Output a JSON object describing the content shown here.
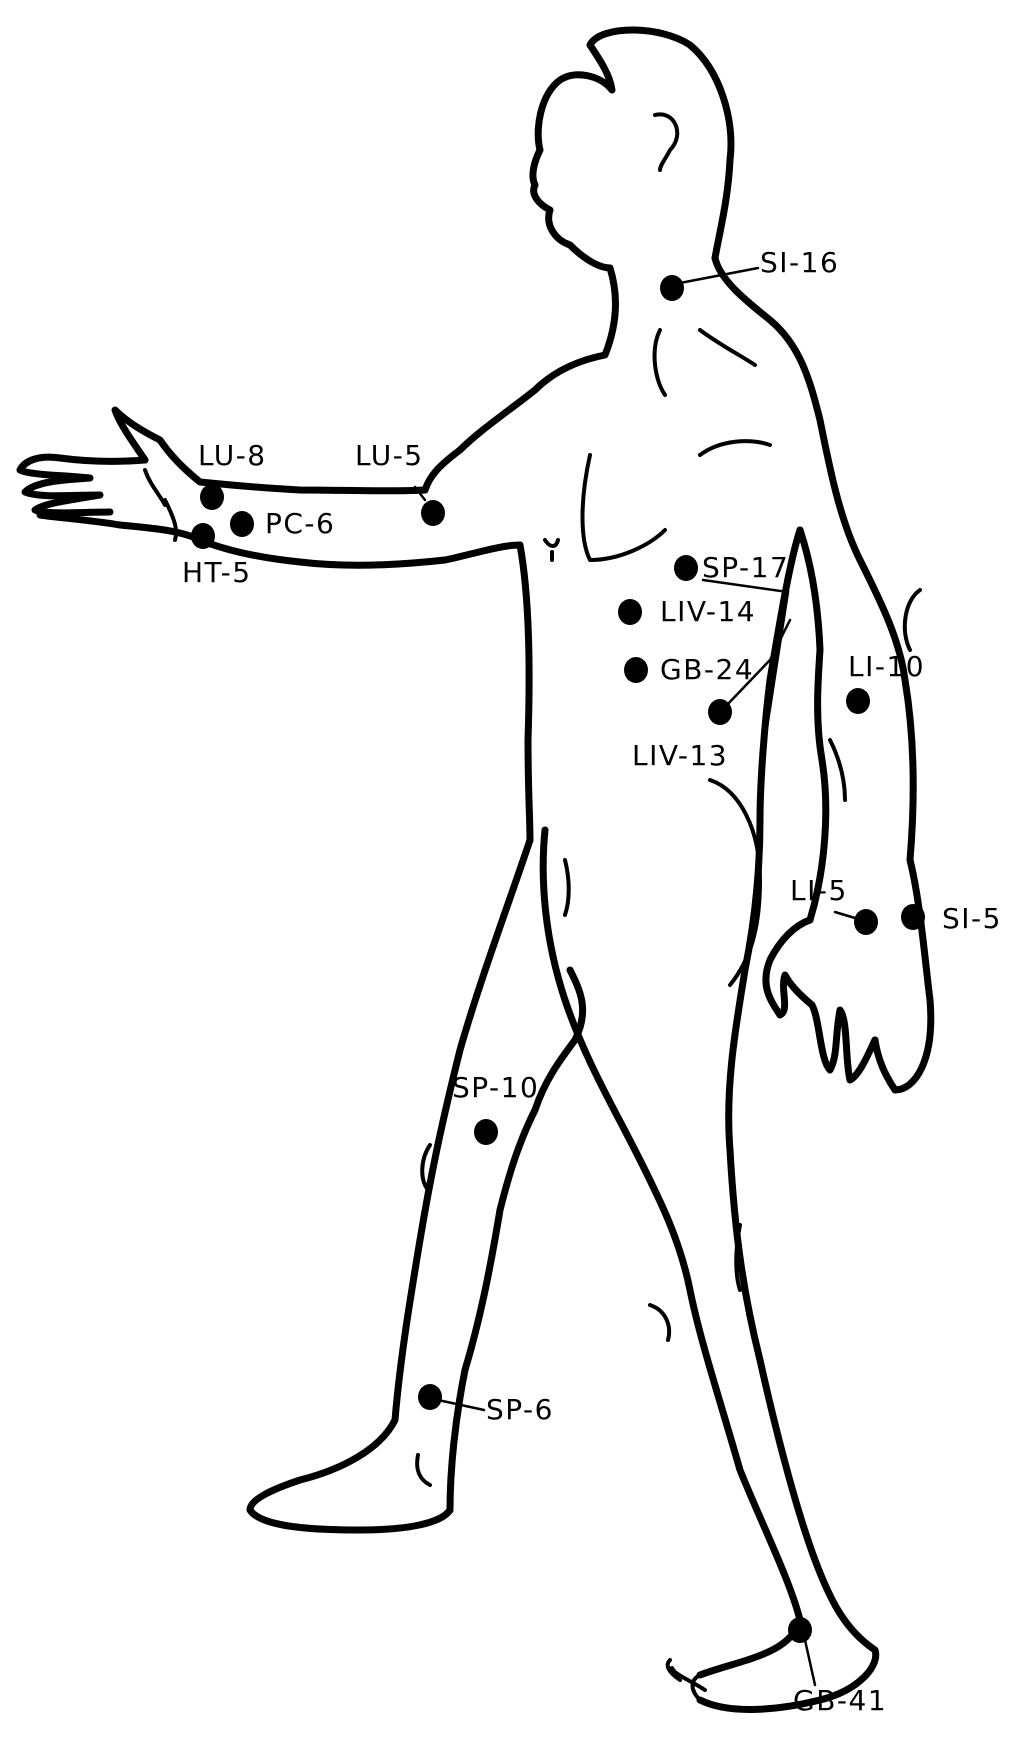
{
  "figure": {
    "points": [
      {
        "id": "SI-16",
        "label": "SI-16"
      },
      {
        "id": "LU-8",
        "label": "LU-8"
      },
      {
        "id": "LU-5",
        "label": "LU-5"
      },
      {
        "id": "PC-6",
        "label": "PC-6"
      },
      {
        "id": "HT-5",
        "label": "HT-5"
      },
      {
        "id": "SP-17",
        "label": "SP-17"
      },
      {
        "id": "LIV-14",
        "label": "LIV-14"
      },
      {
        "id": "GB-24",
        "label": "GB-24"
      },
      {
        "id": "LIV-13",
        "label": "LIV-13"
      },
      {
        "id": "LI-10",
        "label": "LI-10"
      },
      {
        "id": "LI-5",
        "label": "LI-5"
      },
      {
        "id": "SI-5",
        "label": "SI-5"
      },
      {
        "id": "SP-10",
        "label": "SP-10"
      },
      {
        "id": "SP-6",
        "label": "SP-6"
      },
      {
        "id": "GB-41",
        "label": "GB-41"
      }
    ]
  }
}
